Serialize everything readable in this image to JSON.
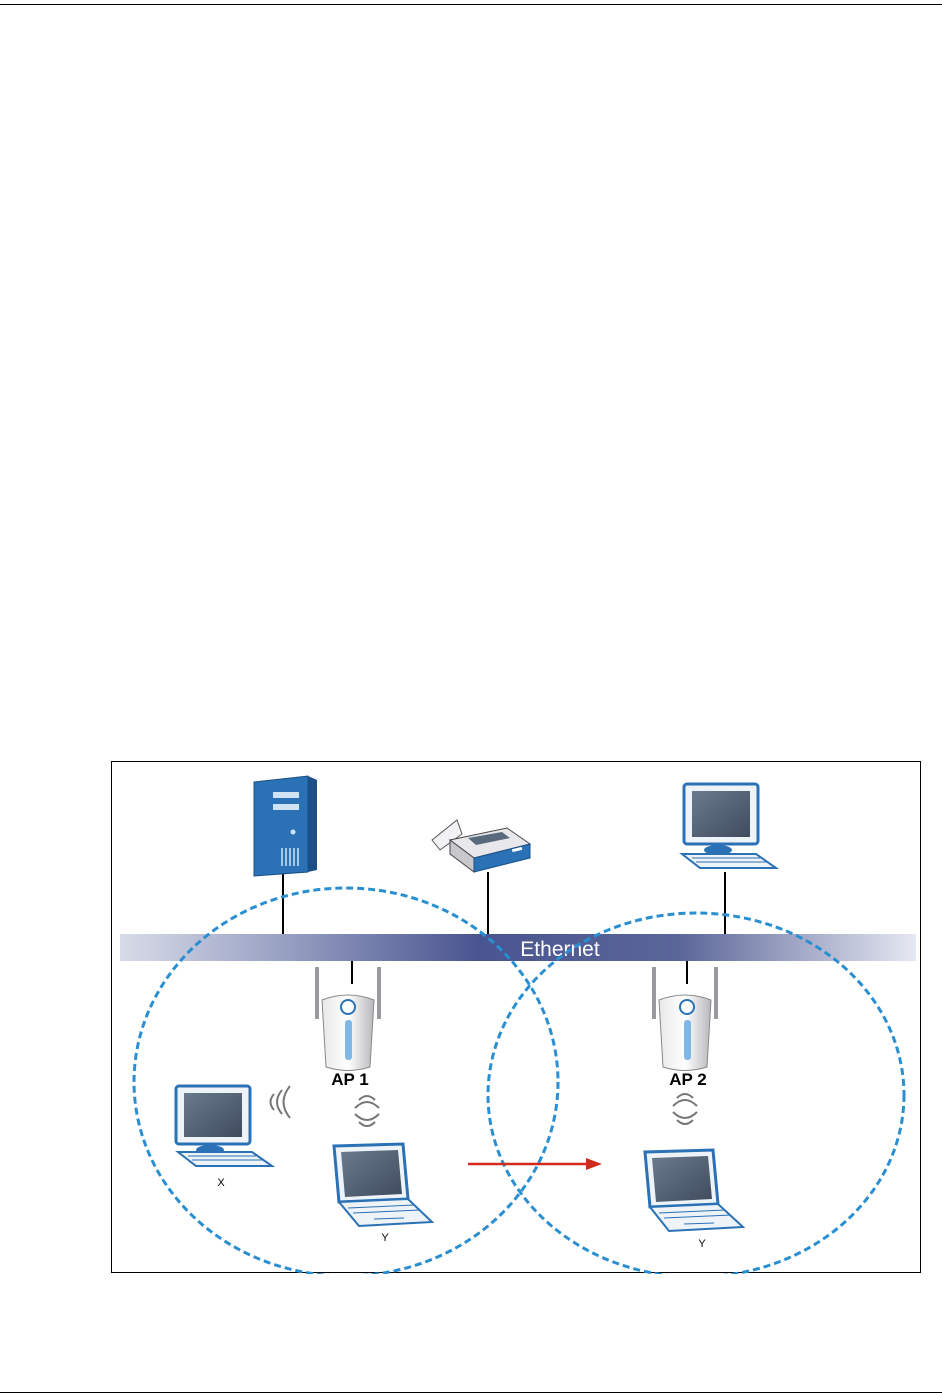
{
  "diagram": {
    "ethernet_label": "Ethernet",
    "ap1_label": "AP 1",
    "ap2_label": "AP 2",
    "client_x_label": "X",
    "client_y_label": "Y",
    "client_y_moved_label": "Y",
    "colors": {
      "coverage_circle": "#2a8fd0",
      "ethernet_bar": "#4a5590",
      "roaming_arrow": "#d42a1e",
      "device_body": "#2a71b5",
      "screen": "#5a6a7e"
    }
  }
}
